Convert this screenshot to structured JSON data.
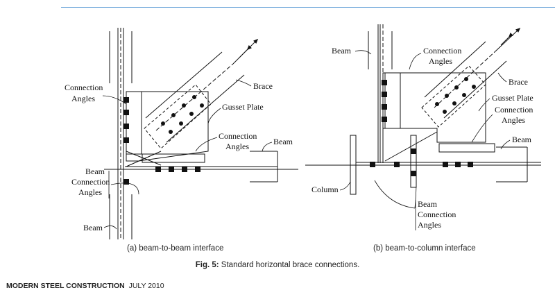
{
  "figure": {
    "left": {
      "labels": {
        "connection_angles_left": [
          "Connection",
          "Angles"
        ],
        "brace": "Brace",
        "gusset_plate": "Gusset Plate",
        "connection_angles_mid": [
          "Connection",
          "Angles"
        ],
        "beam_right": "Beam",
        "beam_connection_angles": [
          "Beam",
          "Connection",
          "Angles"
        ],
        "beam_bottom": "Beam"
      },
      "sublabel": "(a) beam-to-beam interface"
    },
    "right": {
      "labels": {
        "beam_top": "Beam",
        "connection_angles_top": [
          "Connection",
          "Angles"
        ],
        "brace": "Brace",
        "gusset_plate": "Gusset Plate",
        "connection_angles_right": [
          "Connection",
          "Angles"
        ],
        "beam_right": "Beam",
        "column": "Column",
        "beam_connection_angles": [
          "Beam",
          "Connection",
          "Angles"
        ]
      },
      "sublabel": "(b) beam-to-column interface"
    }
  },
  "caption": {
    "prefix": "Fig. 5:",
    "text": " Standard horizontal brace connections."
  },
  "footer": {
    "publication": "MODERN STEEL CONSTRUCTION",
    "date": "JULY 2010"
  }
}
